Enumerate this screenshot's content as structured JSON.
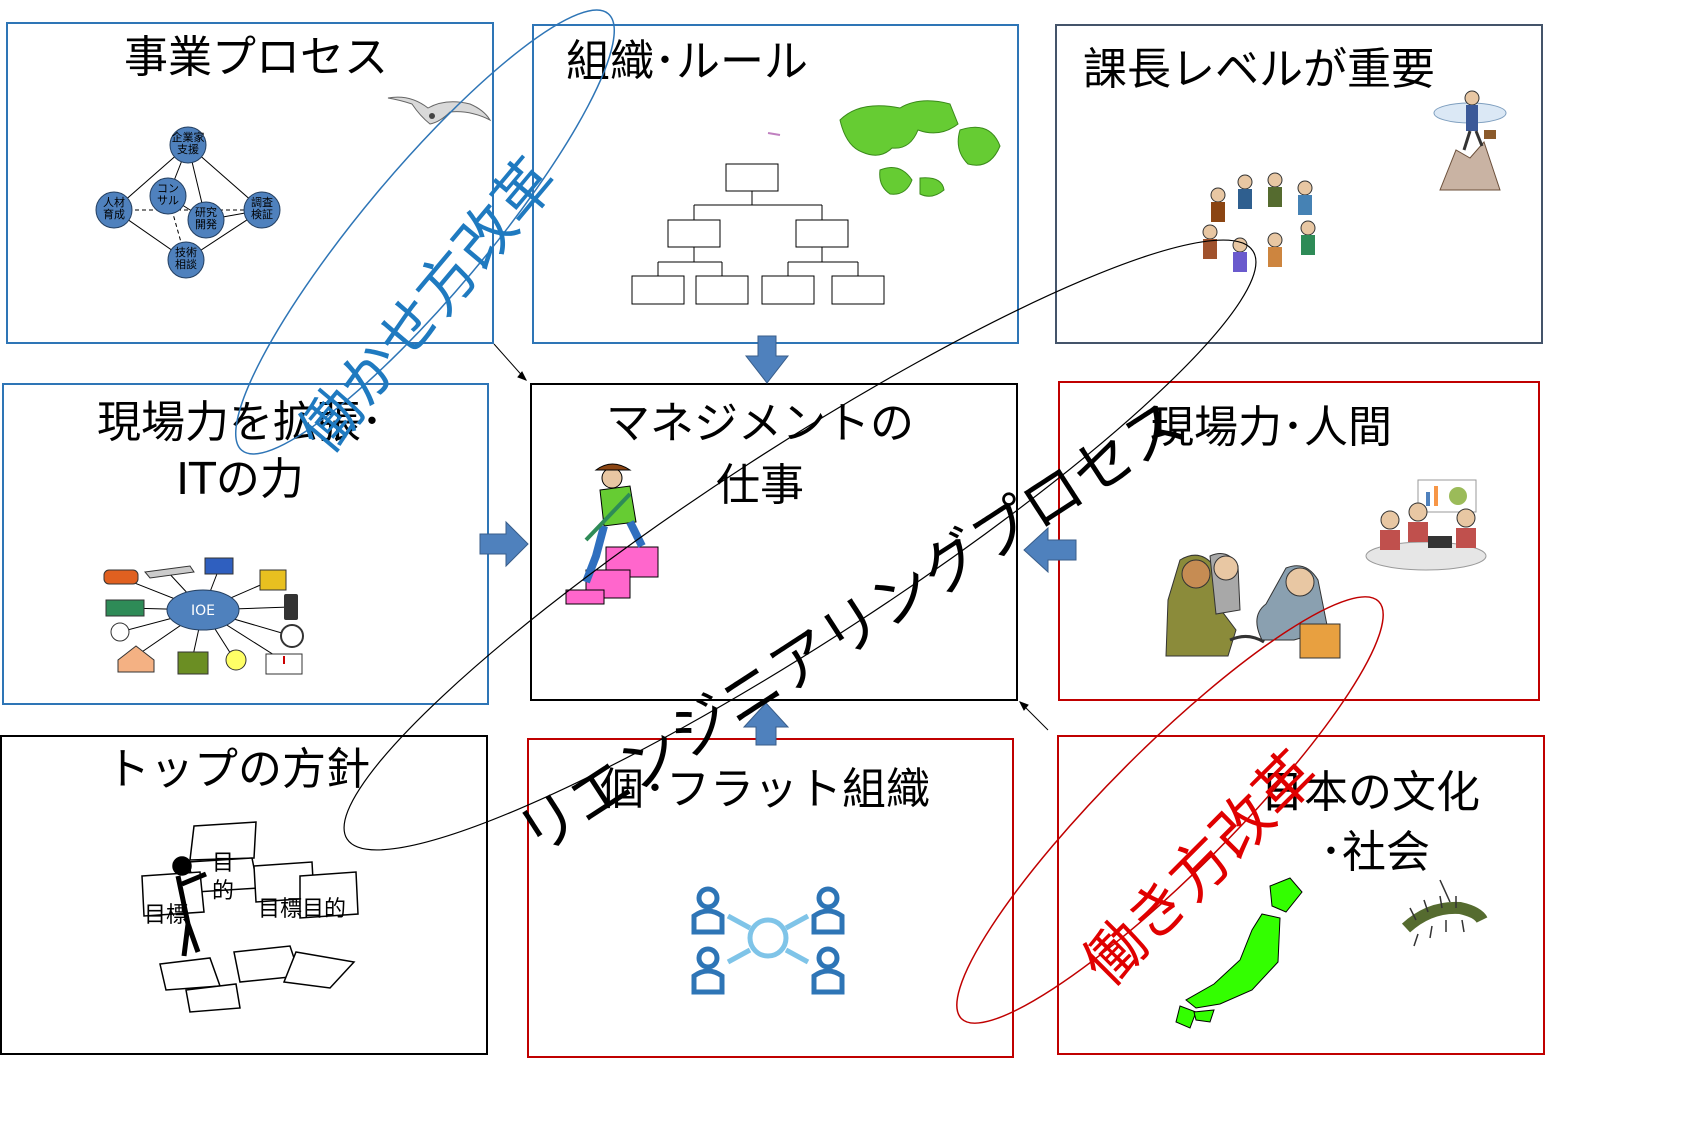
{
  "boxes": {
    "business_process": "事業プロセス",
    "org_rules": "組織･ルール",
    "section_chief": "課長レベルが重要",
    "field_it_line1": "現場力を拡張･",
    "field_it_line2": "ITの力",
    "management_line1": "マネジメントの",
    "management_line2": "仕事",
    "field_human": "現場力･人間",
    "top_policy": "トップの方針",
    "individual_flat": "個･フラット組織",
    "culture_line1": "日本の文化",
    "culture_line2": "･社会"
  },
  "business_network": {
    "nodes": [
      "企業家\n支援",
      "人材\n育成",
      "コン\nサル",
      "研究\n開発",
      "調査\n検証",
      "技術\n相談"
    ]
  },
  "iot_hub": "IOE",
  "policy_notes": {
    "note1": "目",
    "note2": "的",
    "note3": "目標",
    "note4": "目標目的"
  },
  "overlays": {
    "work_style_reform_blue": "働かせ方改革",
    "reengineering": "リエンジニアリングプロセス",
    "work_style_reform_red": "働き方改革"
  },
  "colors": {
    "blue_border": "#2e75b6",
    "dark_border": "#44546a",
    "red_border": "#c00000",
    "blue_text": "#1f7ac0",
    "red_text": "#e00000",
    "arrow_fill": "#4f81bd"
  },
  "icons": [
    "seagull-icon",
    "world-map-icon",
    "org-chart-icon",
    "mountain-man-icon",
    "meeting-circle-icon",
    "iot-devices-icon",
    "hiker-stairs-icon",
    "meeting-table-icon",
    "handshake-icon",
    "stick-figure-papers-icon",
    "flat-network-icon",
    "japan-map-icon",
    "centipede-icon"
  ]
}
